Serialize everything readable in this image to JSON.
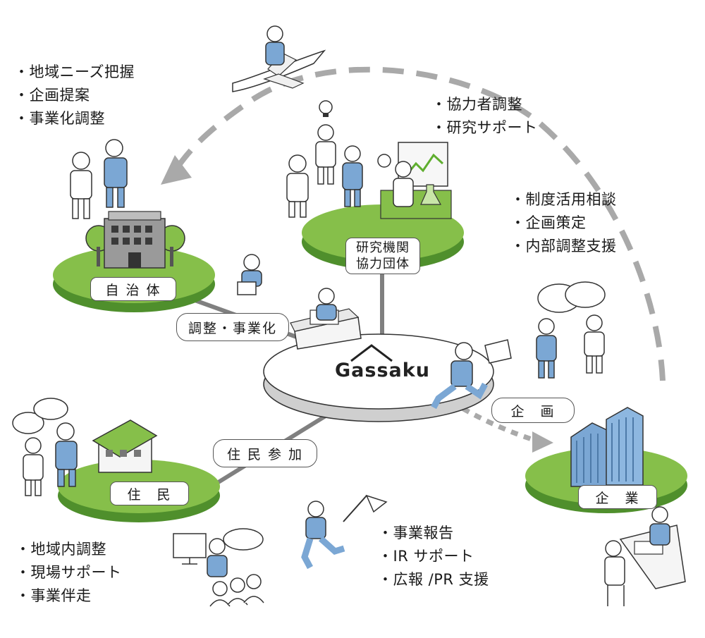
{
  "logo": {
    "text": "Gassaku"
  },
  "nodes": {
    "jichitai": "自 治 体",
    "kenkyu_line1": "研究機関",
    "kenkyu_line2": "協力団体",
    "jumin": "住　民",
    "kigyo": "企　業"
  },
  "edge_labels": {
    "chosei": "調整・事業化",
    "jumin_sanka": "住 民 参 加",
    "kikaku": "企　画"
  },
  "bullets": {
    "jichitai": [
      "地域ニーズ把握",
      "企画提案",
      "事業化調整"
    ],
    "kenkyu": [
      "協力者調整",
      "研究サポート"
    ],
    "kigyo_upper": [
      "制度活用相談",
      "企画策定",
      "内部調整支援"
    ],
    "jumin": [
      "地域内調整",
      "現場サポート",
      "事業伴走"
    ],
    "kigyo_lower": [
      "事業報告",
      "IR サポート",
      "広報 /PR 支援"
    ]
  },
  "colors": {
    "platform_green": "#86bf4a",
    "platform_edge": "#4f8f2c",
    "person_blue": "#7ba7d4",
    "arrow_gray": "#a9a9a9",
    "line_gray": "#808080"
  }
}
